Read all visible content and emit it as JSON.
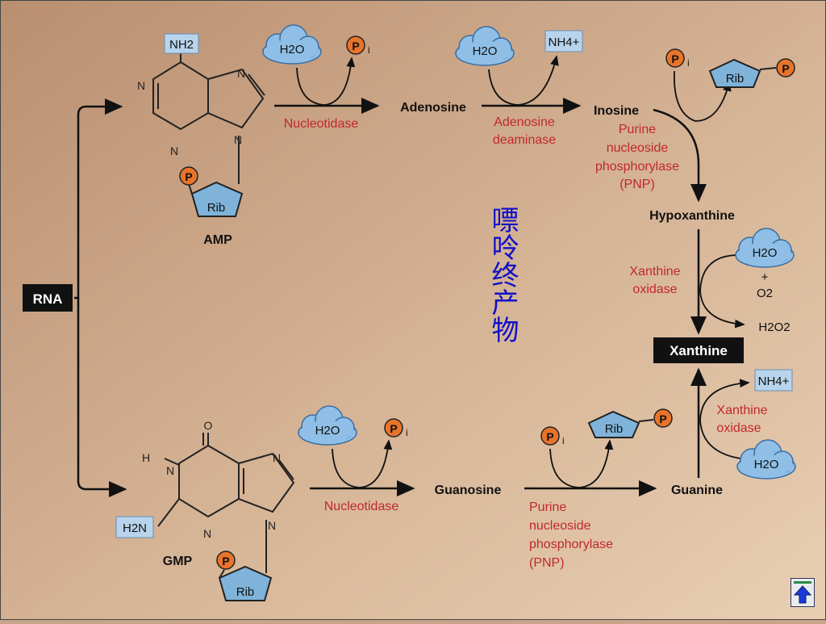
{
  "slide": {
    "title_cn": "嘌呤终产物",
    "colors": {
      "background": "#c8a488",
      "enzyme": "#c0282c",
      "cn_text": "#1010c8",
      "phosphate": "#e8742a",
      "ribose": "#7fb3da"
    }
  },
  "labels": {
    "rna": "RNA",
    "amp": "AMP",
    "gmp": "GMP",
    "adenosine": "Adenosine",
    "inosine": "Inosine",
    "hypoxanthine": "Hypoxanthine",
    "xanthine": "Xanthine",
    "guanosine": "Guanosine",
    "guanine": "Guanine"
  },
  "enzymes": {
    "nucleotidase_top": "Nucleotidase",
    "adenosine_deaminase": [
      "Adenosine",
      "deaminase"
    ],
    "pnp_top": [
      "Purine",
      "nucleoside",
      "phosphorylase",
      "(PNP)"
    ],
    "xanthine_oxidase_1": [
      "Xanthine",
      "oxidase"
    ],
    "xanthine_oxidase_2": [
      "Xanthine",
      "oxidase"
    ],
    "nucleotidase_bottom": "Nucleotidase",
    "pnp_bottom": [
      "Purine",
      "nucleoside",
      "phosphorylase",
      "(PNP)"
    ]
  },
  "reagents": {
    "water": "H2O",
    "pi": "P",
    "pi_sub": "i",
    "nh4": "NH4+",
    "plus": "+",
    "o2": "O2",
    "h2o2": "H2O2",
    "rib": "Rib",
    "p": "P"
  },
  "atoms": {
    "n": "N",
    "nh2": "NH2",
    "h2n": "H2N",
    "h": "H",
    "o": "O"
  },
  "icons": {
    "nav": "home-arrow-icon"
  }
}
